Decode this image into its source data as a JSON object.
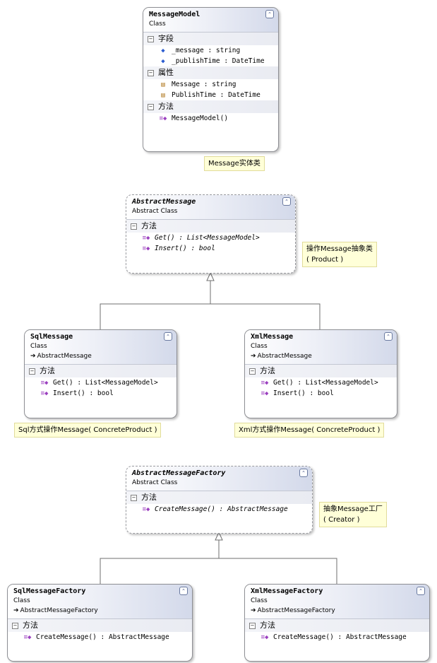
{
  "message_model": {
    "name": "MessageModel",
    "type": "Class",
    "sections": {
      "fields": "字段",
      "properties": "属性",
      "methods": "方法"
    },
    "fields": [
      "_message : string",
      "_publishTime : DateTime"
    ],
    "properties": [
      "Message : string",
      "PublishTime : DateTime"
    ],
    "methods": [
      "MessageModel()"
    ],
    "note": "Message实体类"
  },
  "abstract_message": {
    "name": "AbstractMessage",
    "type": "Abstract Class",
    "section": "方法",
    "methods": [
      "Get() : List<MessageModel>",
      "Insert() : bool"
    ],
    "note_line1": "操作Message抽象类",
    "note_line2": "( Product )"
  },
  "sql_message": {
    "name": "SqlMessage",
    "type": "Class",
    "base": "AbstractMessage",
    "section": "方法",
    "methods": [
      "Get() : List<MessageModel>",
      "Insert() : bool"
    ],
    "note": "Sql方式操作Message( ConcreteProduct )"
  },
  "xml_message": {
    "name": "XmlMessage",
    "type": "Class",
    "base": "AbstractMessage",
    "section": "方法",
    "methods": [
      "Get() : List<MessageModel>",
      "Insert() : bool"
    ],
    "note": "Xml方式操作Message( ConcreteProduct )"
  },
  "abstract_factory": {
    "name": "AbstractMessageFactory",
    "type": "Abstract Class",
    "section": "方法",
    "methods": [
      "CreateMessage() : AbstractMessage"
    ],
    "note_line1": "抽象Message工厂",
    "note_line2": "( Creator )"
  },
  "sql_factory": {
    "name": "SqlMessageFactory",
    "type": "Class",
    "base": "AbstractMessageFactory",
    "section": "方法",
    "methods": [
      "CreateMessage() : AbstractMessage"
    ]
  },
  "xml_factory": {
    "name": "XmlMessageFactory",
    "type": "Class",
    "base": "AbstractMessageFactory",
    "section": "方法",
    "methods": [
      "CreateMessage() : AbstractMessage"
    ]
  },
  "icons": {
    "collapse": "double-chevron-up-icon",
    "section_toggle": "minus-box-icon",
    "method": "method-cube-icon",
    "field": "field-icon",
    "property": "property-icon",
    "inherits": "inherits-arrow-icon"
  }
}
